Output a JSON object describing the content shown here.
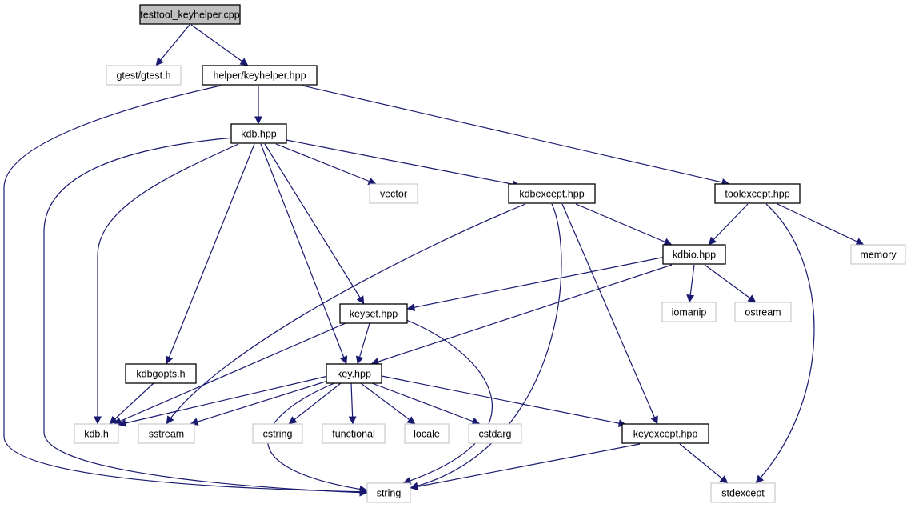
{
  "graph": {
    "colors": {
      "edge": "#191970",
      "node_border": "#000000",
      "external_border": "#bfbfbf",
      "root_fill": "#bfbfbf",
      "node_fill": "#ffffff",
      "text": "#000000",
      "external_text": "#000000"
    },
    "nodes": [
      {
        "id": "testtool",
        "label": "testtool_keyhelper.cpp",
        "kind": "root"
      },
      {
        "id": "gtest",
        "label": "gtest/gtest.h",
        "kind": "external"
      },
      {
        "id": "keyhelper",
        "label": "helper/keyhelper.hpp",
        "kind": "local"
      },
      {
        "id": "kdb",
        "label": "kdb.hpp",
        "kind": "local"
      },
      {
        "id": "vector",
        "label": "vector",
        "kind": "external"
      },
      {
        "id": "kdbexcept",
        "label": "kdbexcept.hpp",
        "kind": "local"
      },
      {
        "id": "toolexcept",
        "label": "toolexcept.hpp",
        "kind": "local"
      },
      {
        "id": "memory",
        "label": "memory",
        "kind": "external"
      },
      {
        "id": "kdbio",
        "label": "kdbio.hpp",
        "kind": "local"
      },
      {
        "id": "iomanip",
        "label": "iomanip",
        "kind": "external"
      },
      {
        "id": "ostream",
        "label": "ostream",
        "kind": "external"
      },
      {
        "id": "keyset",
        "label": "keyset.hpp",
        "kind": "local"
      },
      {
        "id": "kdbgopts",
        "label": "kdbgopts.h",
        "kind": "local"
      },
      {
        "id": "key",
        "label": "key.hpp",
        "kind": "local"
      },
      {
        "id": "kdbh",
        "label": "kdb.h",
        "kind": "external"
      },
      {
        "id": "sstream",
        "label": "sstream",
        "kind": "external"
      },
      {
        "id": "cstring",
        "label": "cstring",
        "kind": "external"
      },
      {
        "id": "functional",
        "label": "functional",
        "kind": "external"
      },
      {
        "id": "locale",
        "label": "locale",
        "kind": "external"
      },
      {
        "id": "cstdarg",
        "label": "cstdarg",
        "kind": "external"
      },
      {
        "id": "keyexcept",
        "label": "keyexcept.hpp",
        "kind": "local"
      },
      {
        "id": "string",
        "label": "string",
        "kind": "external"
      },
      {
        "id": "stdexcept",
        "label": "stdexcept",
        "kind": "external"
      }
    ],
    "edges": [
      {
        "from": "testtool",
        "to": "gtest"
      },
      {
        "from": "testtool",
        "to": "keyhelper"
      },
      {
        "from": "keyhelper",
        "to": "string"
      },
      {
        "from": "keyhelper",
        "to": "kdb"
      },
      {
        "from": "keyhelper",
        "to": "toolexcept"
      },
      {
        "from": "kdb",
        "to": "string"
      },
      {
        "from": "kdb",
        "to": "kdbh"
      },
      {
        "from": "kdb",
        "to": "kdbgopts"
      },
      {
        "from": "kdb",
        "to": "key"
      },
      {
        "from": "kdb",
        "to": "keyset"
      },
      {
        "from": "kdb",
        "to": "vector"
      },
      {
        "from": "kdb",
        "to": "kdbexcept"
      },
      {
        "from": "kdbexcept",
        "to": "sstream"
      },
      {
        "from": "kdbexcept",
        "to": "string"
      },
      {
        "from": "kdbexcept",
        "to": "keyexcept"
      },
      {
        "from": "kdbexcept",
        "to": "kdbio"
      },
      {
        "from": "toolexcept",
        "to": "kdbio"
      },
      {
        "from": "toolexcept",
        "to": "memory"
      },
      {
        "from": "toolexcept",
        "to": "stdexcept"
      },
      {
        "from": "kdbio",
        "to": "keyset"
      },
      {
        "from": "kdbio",
        "to": "key"
      },
      {
        "from": "kdbio",
        "to": "iomanip"
      },
      {
        "from": "kdbio",
        "to": "ostream"
      },
      {
        "from": "keyset",
        "to": "kdbh"
      },
      {
        "from": "keyset",
        "to": "key"
      },
      {
        "from": "keyset",
        "to": "string"
      },
      {
        "from": "kdbgopts",
        "to": "kdbh"
      },
      {
        "from": "key",
        "to": "kdbh"
      },
      {
        "from": "key",
        "to": "sstream"
      },
      {
        "from": "key",
        "to": "string"
      },
      {
        "from": "key",
        "to": "cstring"
      },
      {
        "from": "key",
        "to": "functional"
      },
      {
        "from": "key",
        "to": "locale"
      },
      {
        "from": "key",
        "to": "cstdarg"
      },
      {
        "from": "key",
        "to": "keyexcept"
      },
      {
        "from": "keyexcept",
        "to": "string"
      },
      {
        "from": "keyexcept",
        "to": "stdexcept"
      }
    ]
  }
}
